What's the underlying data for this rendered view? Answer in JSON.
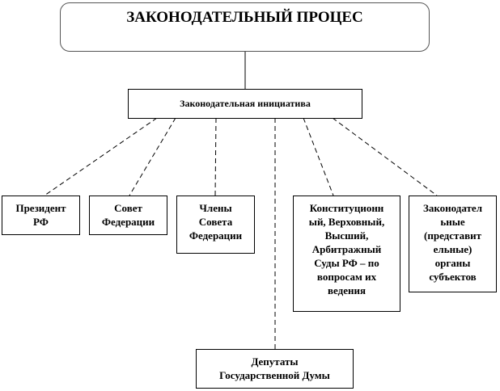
{
  "title": "ЗАКОНОДАТЕЛЬНЫЙ  ПРОЦЕС",
  "initiative": "Законодательная инициатива",
  "subjects": [
    {
      "lines": [
        "Президент",
        "РФ"
      ]
    },
    {
      "lines": [
        "Совет",
        "Федерации"
      ]
    },
    {
      "lines": [
        "Члены",
        "Совета",
        "Федерации"
      ]
    },
    {
      "lines": [
        "Конституционн",
        "ый, Верховный,",
        "Высший,",
        "Арбитражный",
        "Суды РФ – по",
        "вопросам их",
        "ведения"
      ]
    },
    {
      "lines": [
        "Законодател",
        "ьные",
        "(представит",
        "ельные)",
        "органы",
        "субъектов"
      ]
    }
  ],
  "deputies": {
    "lines": [
      "Депутаты",
      "Государственной Думы"
    ]
  }
}
